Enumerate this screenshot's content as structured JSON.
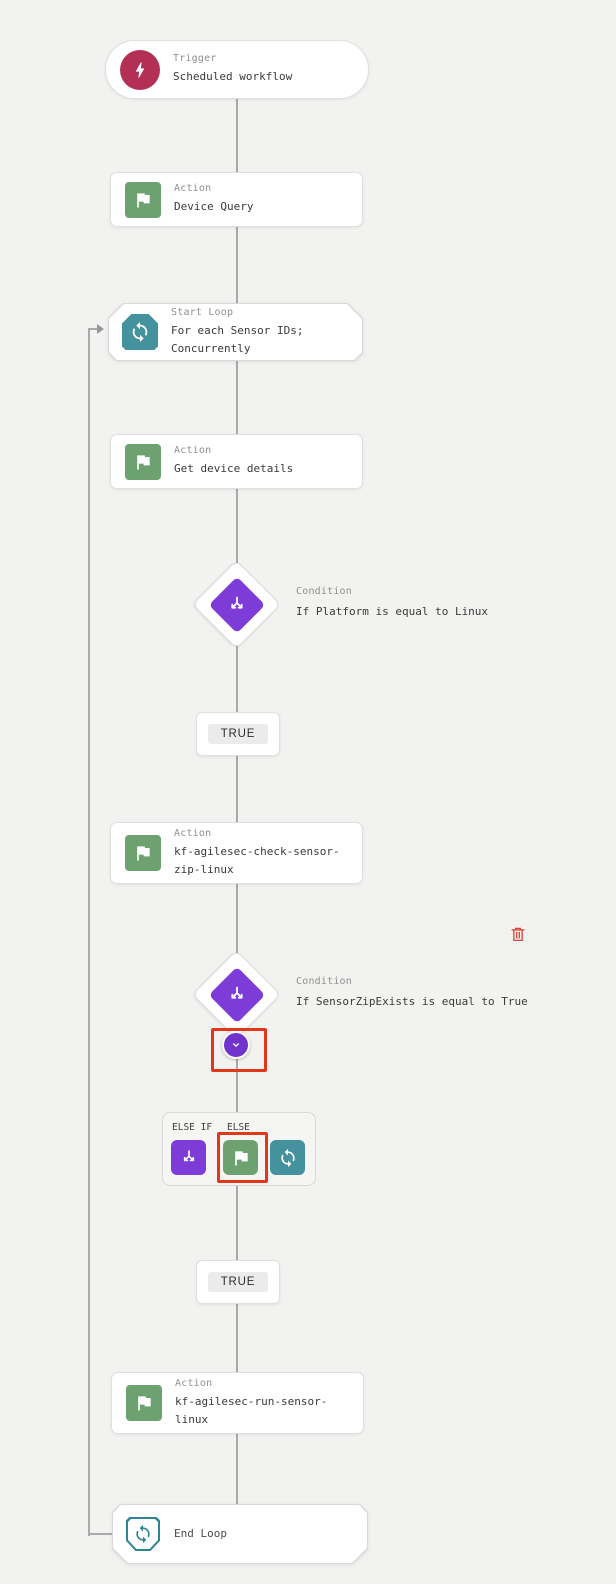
{
  "colors": {
    "background": "#f2f2f0",
    "trigger_accent": "#b42f55",
    "action_accent": "#6da270",
    "loop_accent": "#44929e",
    "condition_accent": "#7d3bd8",
    "highlight_red": "#e2371a",
    "delete_red": "#d9453a",
    "connector_gray": "#a9a9a9"
  },
  "workflow": {
    "trigger": {
      "type_label": "Trigger",
      "title": "Scheduled workflow",
      "icon": "lightning-bolt-icon"
    },
    "device_query": {
      "type_label": "Action",
      "title": "Device Query",
      "icon": "flag-icon"
    },
    "start_loop": {
      "type_label": "Start Loop",
      "title": "For each Sensor IDs; Concurrently",
      "icon": "loop-sync-icon"
    },
    "get_device_details": {
      "type_label": "Action",
      "title": "Get device details",
      "icon": "flag-icon"
    },
    "condition_platform": {
      "type_label": "Condition",
      "title": "If Platform is equal to Linux",
      "icon": "branch-split-icon"
    },
    "branch_true_1": "TRUE",
    "check_sensor_action": {
      "type_label": "Action",
      "title": "kf-agilesec-check-sensor-zip-linux",
      "icon": "flag-icon"
    },
    "condition_sensor_zip": {
      "type_label": "Condition",
      "title": "If SensorZipExists is equal to True",
      "icon": "branch-split-icon"
    },
    "add_branch_panel": {
      "else_if_label": "ELSE IF",
      "else_label": "ELSE",
      "buttons": [
        "condition",
        "action",
        "loop"
      ]
    },
    "branch_true_2": "TRUE",
    "run_sensor_action": {
      "type_label": "Action",
      "title": "kf-agilesec-run-sensor-linux",
      "icon": "flag-icon"
    },
    "end_loop": {
      "title": "End Loop",
      "icon": "loop-sync-icon"
    }
  }
}
